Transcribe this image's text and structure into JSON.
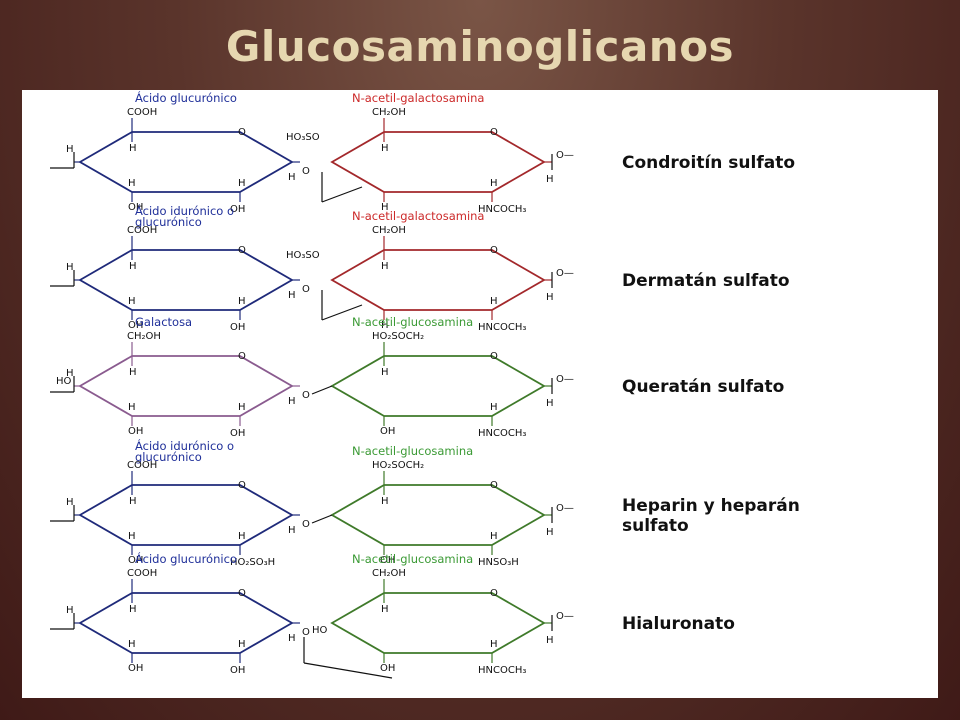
{
  "title": "Glucosaminoglicanos",
  "colors": {
    "blue": "#1f2a7a",
    "red": "#a3282b",
    "purple": "#8a5b8f",
    "green": "#3f7a2a",
    "header_blue": "#1f2f99",
    "header_red": "#cc2a2a",
    "header_green": "#3b9a35"
  },
  "rows": [
    {
      "name_lines": [
        "Condroitín sulfato"
      ],
      "left_header": [
        "Ácido glucurónico"
      ],
      "right_header": "N-acetil-galactosamina",
      "left_top": "COOH",
      "left_bottom_1": "OH",
      "left_bottom_2": "OH",
      "left_h": "H",
      "bridge": "HO₃SO",
      "right_top": "CH₂OH",
      "right_bottom": "HNCOCH₃",
      "ring_o": "O",
      "link": "O—"
    },
    {
      "name_lines": [
        "Dermatán sulfato"
      ],
      "left_header": [
        "Ácido idurónico o",
        "glucurónico"
      ],
      "right_header": "N-acetil-galactosamina",
      "left_top": "COOH",
      "left_bottom_1": "OH",
      "left_bottom_2": "OH",
      "left_h": "H",
      "bridge": "HO₃SO",
      "right_top": "CH₂OH",
      "right_bottom": "HNCOCH₃",
      "ring_o": "O",
      "link": "O—"
    },
    {
      "name_lines": [
        "Queratán sulfato"
      ],
      "left_header": [
        "Galactosa"
      ],
      "right_header": "N-acetil-glucosamina",
      "left_top": "CH₂OH",
      "left_bottom_1": "OH",
      "left_bottom_2": "OH",
      "left_h": "H",
      "left_ho": "HO",
      "right_top": "HO₂SOCH₂",
      "right_bottom_oh": "OH",
      "right_bottom": "HNCOCH₃",
      "ring_o": "O",
      "link": "O—"
    },
    {
      "name_lines": [
        "Heparin y heparán",
        "sulfato"
      ],
      "left_header": [
        "Ácido idurónico o",
        "glucurónico"
      ],
      "right_header": "N-acetil-glucosamina",
      "left_top": "COOH",
      "left_bottom_1": "OH",
      "left_bottom_2": "HO₂SO₃H",
      "left_h": "H",
      "right_top": "HO₂SOCH₂",
      "right_bottom_oh": "OH",
      "right_bottom": "HNSO₃H",
      "ring_o": "O",
      "link": "O—"
    },
    {
      "name_lines": [
        "Hialuronato"
      ],
      "left_header": [
        "Ácido glucurónico"
      ],
      "right_header": "N-acetil-glucosamina",
      "left_top": "COOH",
      "left_bottom_1": "OH",
      "left_bottom_2": "OH",
      "left_h": "H",
      "right_ho": "HO",
      "right_top": "CH₂OH",
      "right_bottom_oh": "OH",
      "right_bottom": "HNCOCH₃",
      "ring_o": "O",
      "link": "O—"
    }
  ]
}
